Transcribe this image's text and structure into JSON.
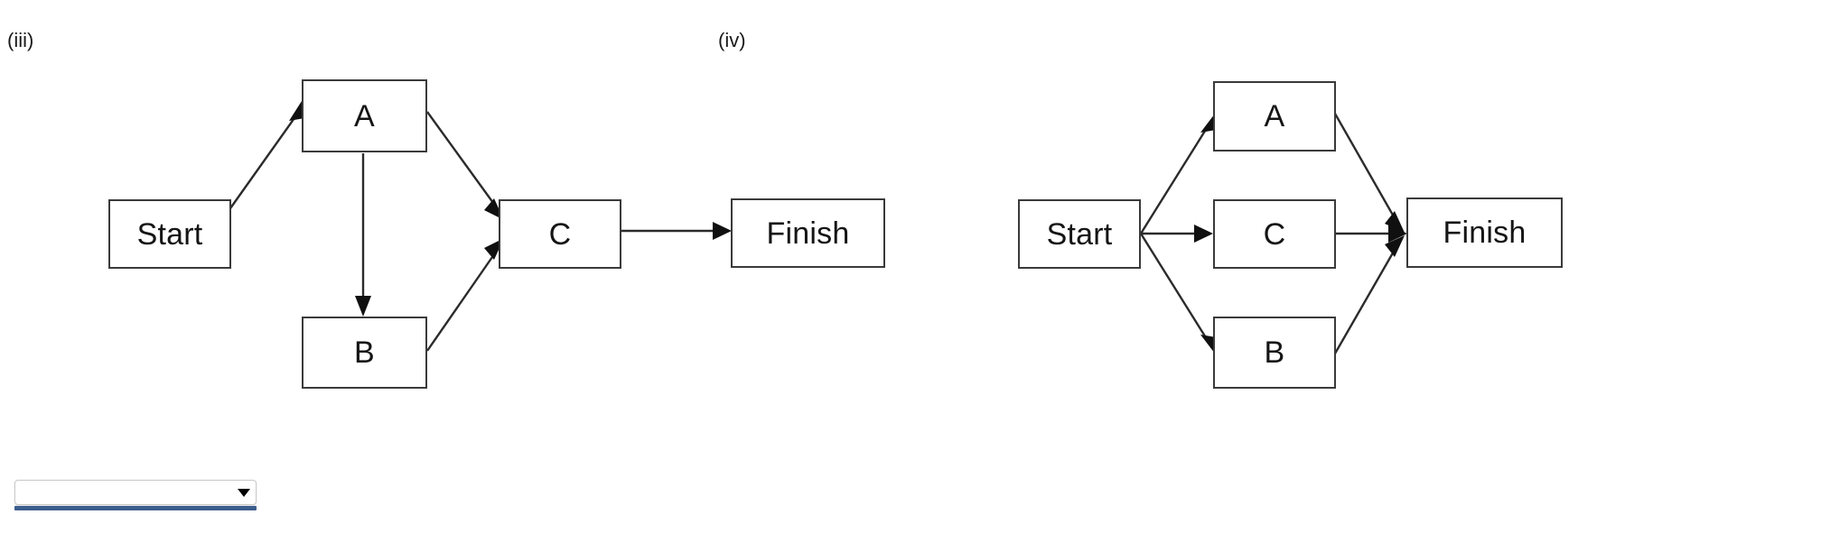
{
  "page": {
    "background": "#ffffff",
    "box_border_color": "#3a3a3a",
    "edge_color": "#2b2b2b",
    "text_color": "#151515"
  },
  "figures": [
    {
      "label": "(iii)",
      "nodes": [
        {
          "id": "start",
          "text": "Start"
        },
        {
          "id": "a",
          "text": "A"
        },
        {
          "id": "b",
          "text": "B"
        },
        {
          "id": "c",
          "text": "C"
        },
        {
          "id": "finish",
          "text": "Finish"
        }
      ],
      "edges": [
        {
          "from": "Start",
          "to": "A"
        },
        {
          "from": "A",
          "to": "B"
        },
        {
          "from": "A",
          "to": "C"
        },
        {
          "from": "B",
          "to": "C"
        },
        {
          "from": "C",
          "to": "Finish"
        }
      ]
    },
    {
      "label": "(iv)",
      "nodes": [
        {
          "id": "start",
          "text": "Start"
        },
        {
          "id": "a",
          "text": "A"
        },
        {
          "id": "c",
          "text": "C"
        },
        {
          "id": "b",
          "text": "B"
        },
        {
          "id": "finish",
          "text": "Finish"
        }
      ],
      "edges": [
        {
          "from": "Start",
          "to": "A"
        },
        {
          "from": "Start",
          "to": "C"
        },
        {
          "from": "Start",
          "to": "B"
        },
        {
          "from": "A",
          "to": "Finish"
        },
        {
          "from": "C",
          "to": "Finish"
        },
        {
          "from": "B",
          "to": "Finish"
        }
      ]
    }
  ],
  "dropdown": {
    "value": "",
    "placeholder": "",
    "arrow_icon": "caret-down-icon",
    "underline_color": "#3c5e8e"
  }
}
